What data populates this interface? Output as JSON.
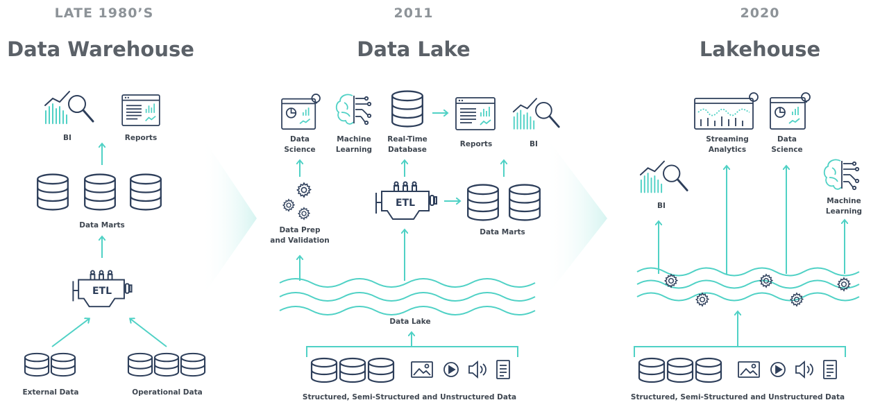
{
  "colors": {
    "navy": "#2d3e5a",
    "teal": "#4fd1c5",
    "gray_text": "#8d9398",
    "heading_text": "#5b6168"
  },
  "warehouse": {
    "era": "LATE 1980’S",
    "title": "Data Warehouse",
    "labels": {
      "bi": "BI",
      "reports": "Reports",
      "data_marts": "Data Marts",
      "etl": "ETL",
      "external_data": "External Data",
      "operational_data": "Operational Data"
    }
  },
  "lake": {
    "era": "2011",
    "title": "Data Lake",
    "labels": {
      "data_science_1": "Data",
      "data_science_2": "Science",
      "ml_1": "Machine",
      "ml_2": "Learning",
      "rtdb_1": "Real-Time",
      "rtdb_2": "Database",
      "reports": "Reports",
      "bi": "BI",
      "prep_1": "Data Prep",
      "prep_2": "and Validation",
      "etl": "ETL",
      "data_marts": "Data Marts",
      "data_lake": "Data Lake",
      "sources": "Structured, Semi-Structured and Unstructured Data"
    }
  },
  "lakehouse": {
    "era": "2020",
    "title": "Lakehouse",
    "labels": {
      "streaming_1": "Streaming",
      "streaming_2": "Analytics",
      "data_science_1": "Data",
      "data_science_2": "Science",
      "bi": "BI",
      "ml_1": "Machine",
      "ml_2": "Learning",
      "sources": "Structured, Semi-Structured and Unstructured Data"
    }
  }
}
